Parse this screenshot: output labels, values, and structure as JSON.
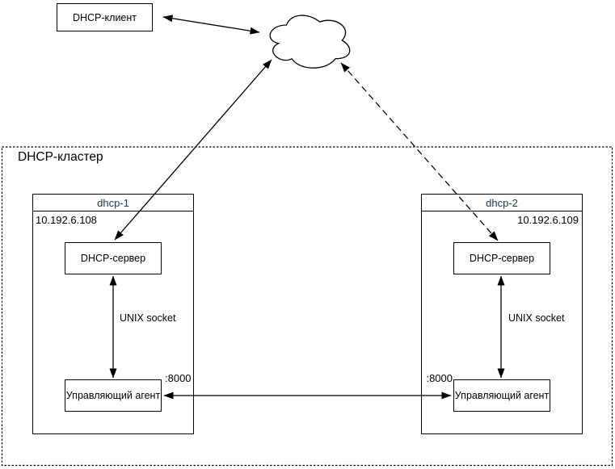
{
  "diagram": {
    "client": {
      "label": "DHCP-клиент"
    },
    "shapes": {
      "cloud": "network-cloud"
    },
    "cluster": {
      "label": "DHCP-кластер",
      "nodes": [
        {
          "title": "dhcp-1",
          "ip": "10.192.6.108",
          "server_label": "DHCP-сервер",
          "agent_label": "Управляющий агент",
          "socket_label": "UNIX socket",
          "port_label": ":8000"
        },
        {
          "title": "dhcp-2",
          "ip": "10.192.6.109",
          "server_label": "DHCP-сервер",
          "agent_label": "Управляющий агент",
          "socket_label": "UNIX socket",
          "port_label": ":8000"
        }
      ]
    },
    "colors": {
      "node_title": "#203a54",
      "stroke": "#000000",
      "background": "#ffffff"
    }
  }
}
